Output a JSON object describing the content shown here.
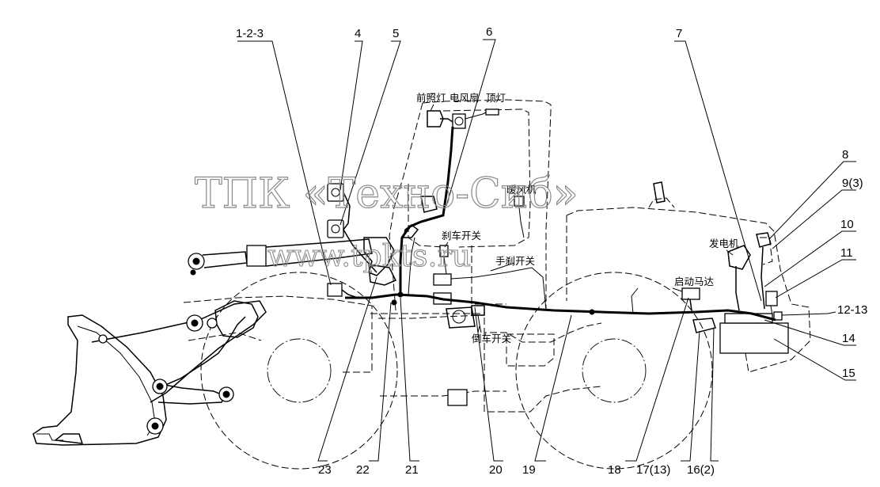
{
  "watermark": {
    "line1": "ТПК «Техно-Сиб»",
    "line2": "www.tpkts.ru"
  },
  "callouts": {
    "c1_2_3": "1-2-3",
    "c4": "4",
    "c5": "5",
    "c6": "6",
    "c7": "7",
    "c8": "8",
    "c9": "9(3)",
    "c10": "10",
    "c11": "11",
    "c12_13": "12-13",
    "c14": "14",
    "c15": "15",
    "c16": "16(2)",
    "c17": "17(13)",
    "c18": "18",
    "c19": "19",
    "c20": "20",
    "c21": "21",
    "c22": "22",
    "c23": "23"
  },
  "labels": {
    "headlight": "前照灯",
    "fan": "电风扇",
    "dome_light": "顶灯",
    "heater": "暖风机",
    "brake_switch": "刹车开关",
    "hand_brake_switch": "手刹开关",
    "generator": "发电机",
    "starter_motor": "启动马达",
    "reverse_switch": "倒车开关"
  }
}
